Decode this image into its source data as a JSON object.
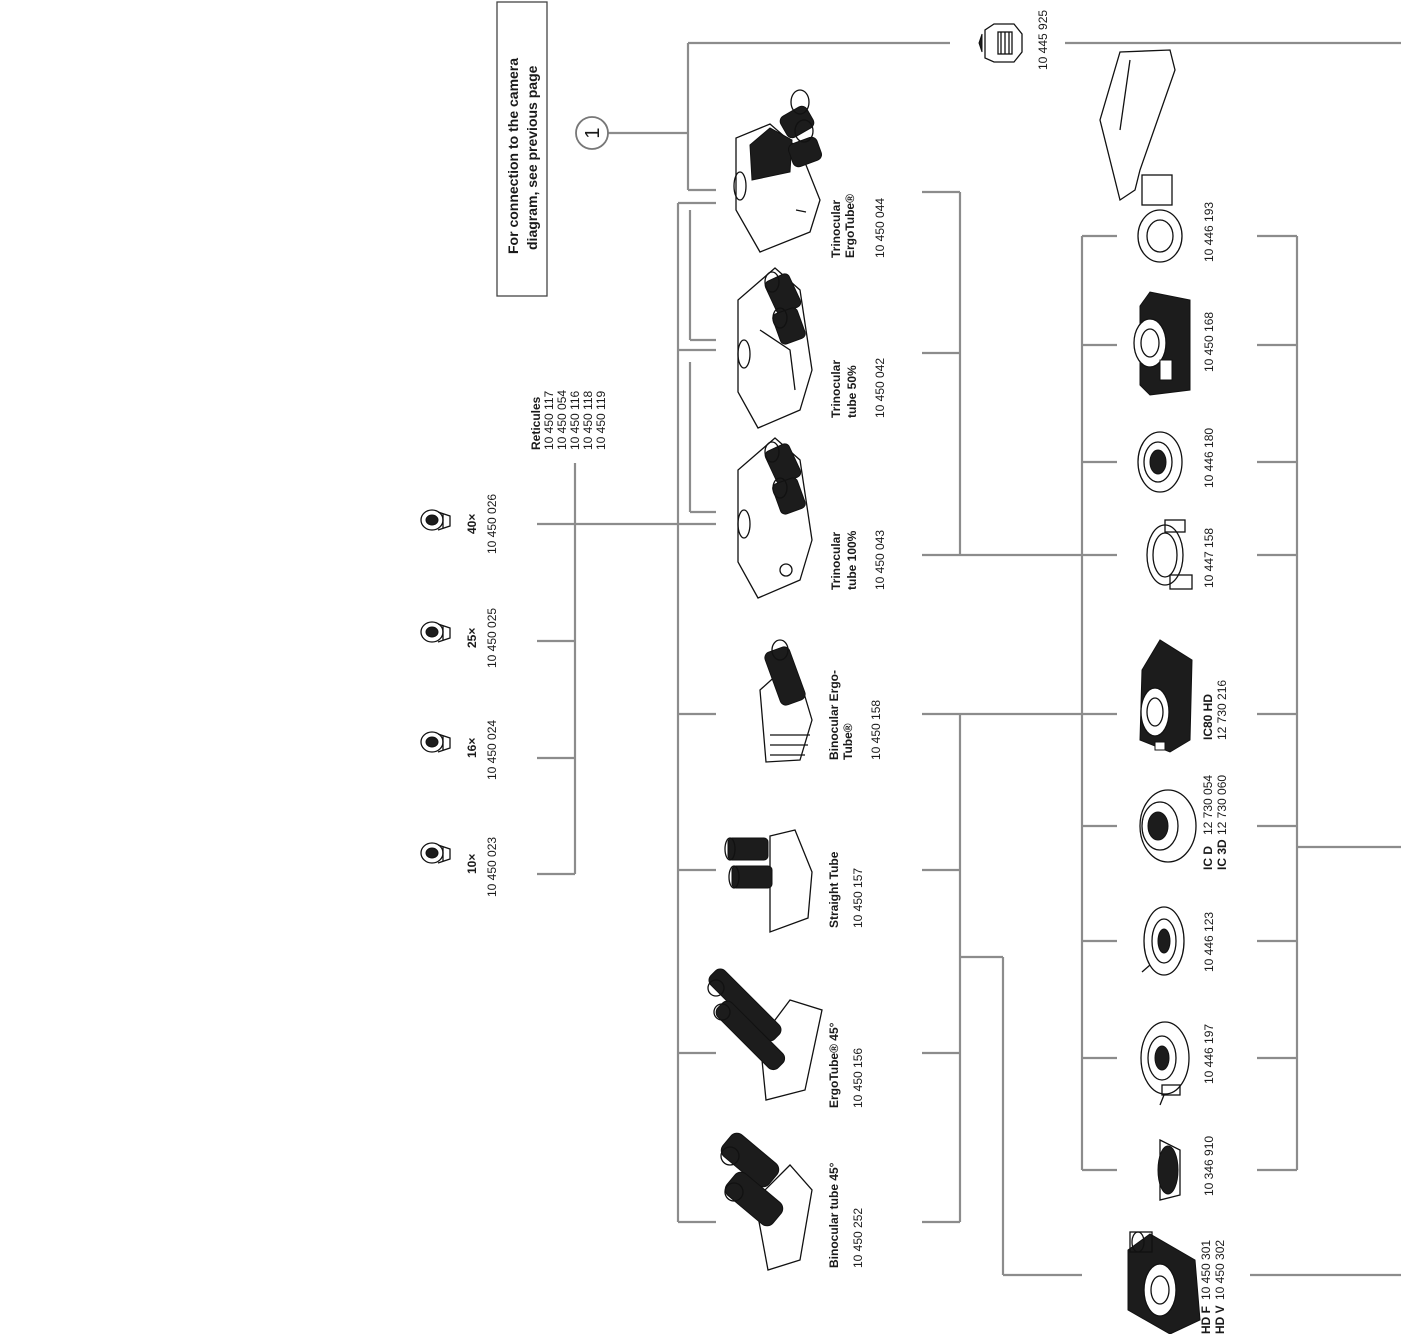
{
  "note": {
    "line1": "For connection to the camera",
    "line2": "diagram, see previous page"
  },
  "callout": {
    "number": "1"
  },
  "top_adapter": {
    "code": "10 445 925"
  },
  "eyepieces": [
    {
      "mag": "10×",
      "code": "10 450 023"
    },
    {
      "mag": "16×",
      "code": "10 450 024"
    },
    {
      "mag": "25×",
      "code": "10 450 025"
    },
    {
      "mag": "40×",
      "code": "10 450 026"
    }
  ],
  "reticules": {
    "title": "Reticules",
    "codes": [
      "10 450 117",
      "10 450 054",
      "10 450 116",
      "10 450 118",
      "10 450 119"
    ]
  },
  "tubes": [
    {
      "line1": "Trinocular",
      "line2": "ErgoTube®",
      "code": "10 450 044"
    },
    {
      "line1": "Trinocular",
      "line2": "tube 50%",
      "code": "10 450 042"
    },
    {
      "line1": "Trinocular",
      "line2": "tube 100%",
      "code": "10 450 043"
    },
    {
      "line1": "Binocular Ergo-",
      "line2": "Tube®",
      "code": "10 450 158"
    },
    {
      "line1": "Straight Tube",
      "code": "10 450 157"
    },
    {
      "line1": "ErgoTube® 45°",
      "code": "10 450 156"
    },
    {
      "line1": "Binocular tube 45°",
      "code": "10 450 252"
    }
  ],
  "adapters": [
    {
      "code": "10 446 193"
    },
    {
      "code": "10 450 168"
    },
    {
      "code": "10 446 180"
    },
    {
      "code": "10 447 158"
    },
    {
      "name": "IC80 HD",
      "code": "12 730 216"
    },
    {
      "name1": "IC D",
      "code1": "12 730 054",
      "name2": "IC 3D",
      "code2": "12 730 060"
    },
    {
      "code": "10 446 123"
    },
    {
      "code": "10 446 197"
    },
    {
      "code": "10 346 910"
    }
  ],
  "hd_adapter": {
    "name1": "HD F",
    "code1": "10 450 301",
    "name2": "HD V",
    "code2": "10 450 302"
  }
}
